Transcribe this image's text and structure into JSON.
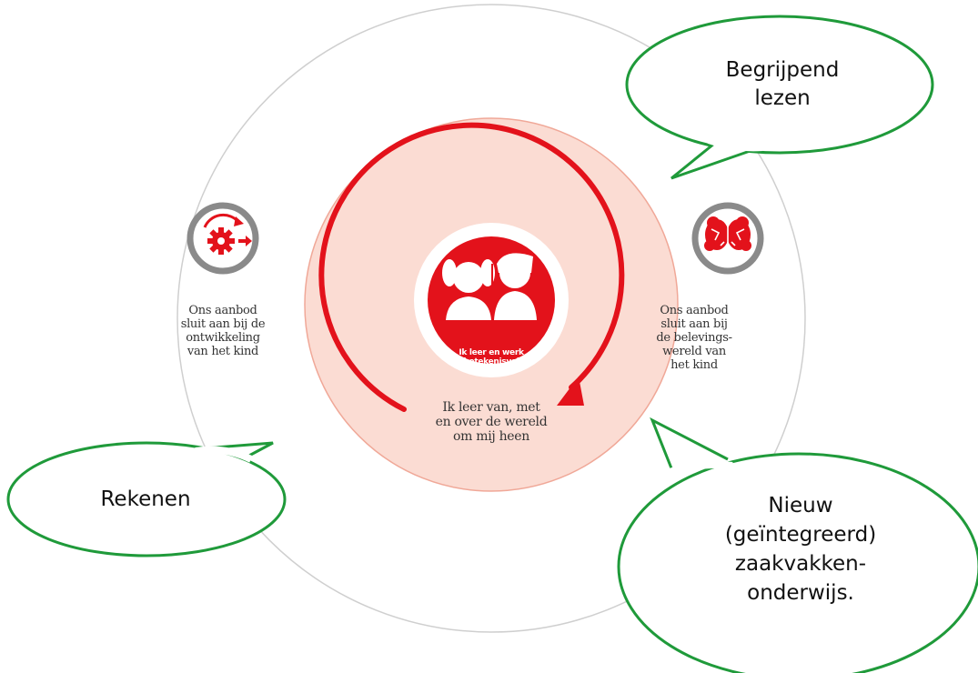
{
  "colors": {
    "accent_red": "#e3121b",
    "ring_fill": "#fbdcd3",
    "ring_stroke": "#f0a898",
    "outer_circle_stroke": "#cfcfcf",
    "icon_ring": "#8a8a8a",
    "bubble_stroke": "#1f9a3a"
  },
  "center": {
    "badge_text": "Ik leer en werk betekenisvol",
    "ring_text": "Ik leer van, met\nen over de wereld\nom mij heen"
  },
  "left": {
    "icon": "gear-arrow-icon",
    "text": "Ons aanbod\nsluit aan bij de\nontwikkeling\nvan het kind"
  },
  "right": {
    "icon": "brain-icon",
    "text": "Ons aanbod\nsluit aan bij\nde belevings-\nwereld van\nhet kind"
  },
  "bubbles": {
    "top_right": "Begrijpend\nlezen",
    "left": "Rekenen",
    "bottom_right": "Nieuw\n(geïntegreerd)\nzaakvakken-\nonderwijs."
  }
}
